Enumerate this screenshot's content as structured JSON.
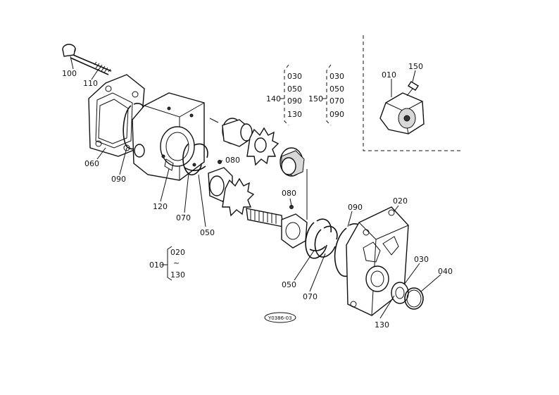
{
  "parts": {
    "p100": "100",
    "p110": "110",
    "p060": "060",
    "p090a": "090",
    "p120": "120",
    "p070a": "070",
    "p050a": "050",
    "p080a": "080",
    "p080b": "080",
    "p050b": "050",
    "p070b": "070",
    "p090b": "090",
    "p020": "020",
    "p030": "030",
    "p040": "040",
    "p130": "130",
    "p010": "010",
    "p150": "150"
  },
  "groups": {
    "g140": {
      "label": "140",
      "items": [
        "030",
        "050",
        "090",
        "130"
      ]
    },
    "g150": {
      "label": "150",
      "items": [
        "030",
        "050",
        "070",
        "090"
      ]
    },
    "g010": {
      "label": "010",
      "from": "020",
      "to": "130"
    }
  },
  "code": "Y0386-03"
}
